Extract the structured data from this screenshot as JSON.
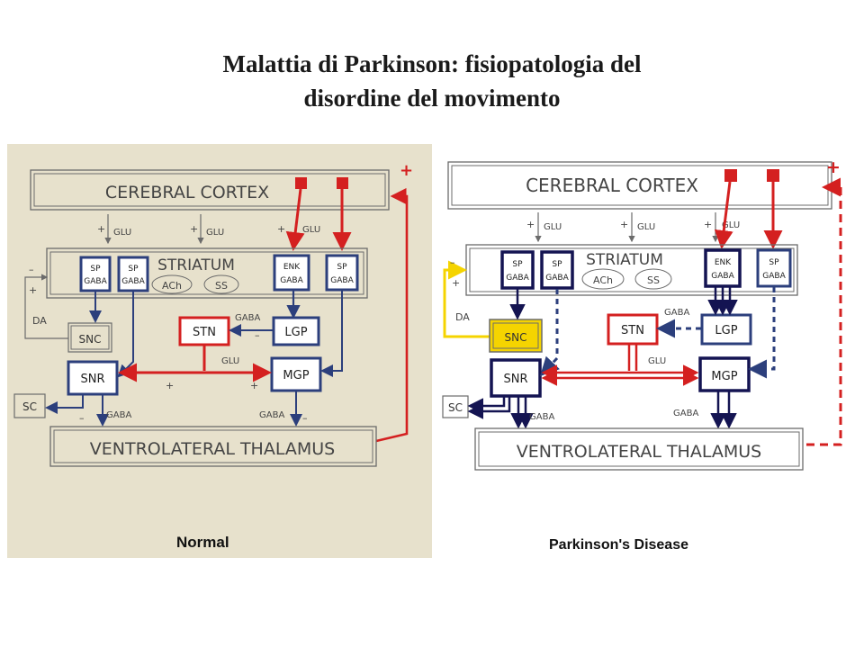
{
  "title": {
    "line1": "Malattia di Parkinson: fisiopatologia del",
    "line2": "disordine del movimento"
  },
  "labels": {
    "cortex": "CEREBRAL CORTEX",
    "striatum": "STRIATUM",
    "ach": "ACh",
    "ss": "SS",
    "sp": "SP",
    "gaba": "GABA",
    "enk": "ENK",
    "glu": "GLU",
    "da": "DA",
    "snc": "SNC",
    "snr": "SNR",
    "stn": "STN",
    "lgp": "LGP",
    "mgp": "MGP",
    "sc": "SC",
    "thalamus": "VENTROLATERAL THALAMUS",
    "plus": "+",
    "minus": "–"
  },
  "panels": [
    {
      "id": "normal",
      "caption": "Normal"
    },
    {
      "id": "pd",
      "caption": "Parkinson's Disease"
    }
  ],
  "colors": {
    "red": "#d42020",
    "blue": "#2c3f7c",
    "navy": "#141452",
    "yellow": "#f5d400",
    "gray": "#6b6b6b",
    "normal_bg": "#e7e1cc",
    "pd_bg": "#ffffff"
  }
}
